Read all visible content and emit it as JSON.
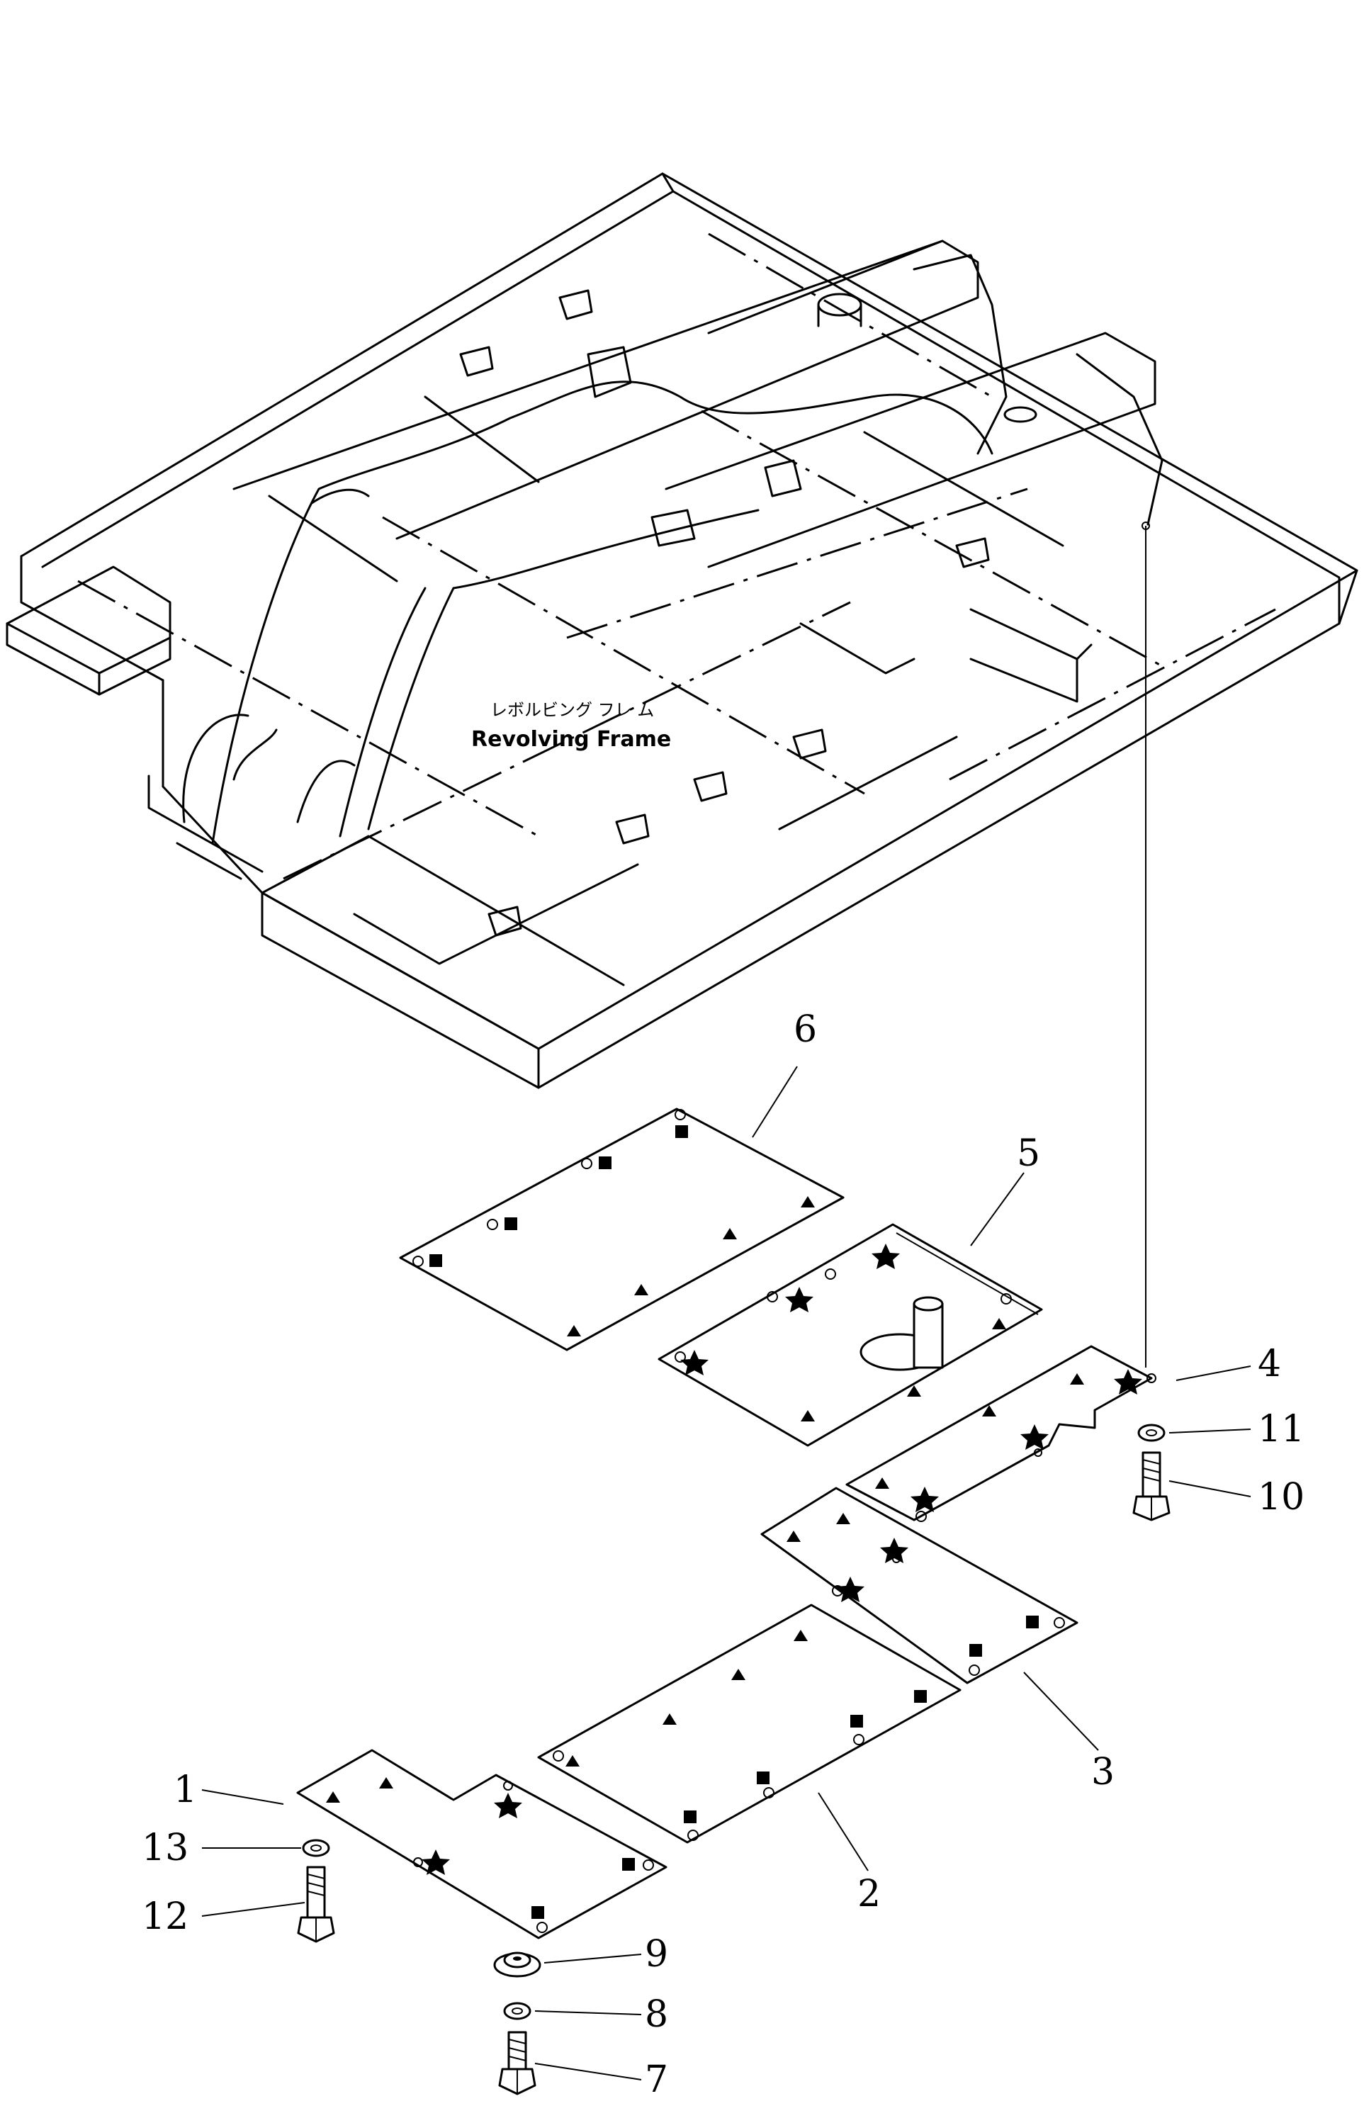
{
  "frame": {
    "label_jp": "レボルビング フレ ム",
    "label_en": "Revolving Frame"
  },
  "parts": [
    {
      "id": "1",
      "label": "1"
    },
    {
      "id": "2",
      "label": "2"
    },
    {
      "id": "3",
      "label": "3"
    },
    {
      "id": "4",
      "label": "4"
    },
    {
      "id": "5",
      "label": "5"
    },
    {
      "id": "6",
      "label": "6"
    },
    {
      "id": "7",
      "label": "7"
    },
    {
      "id": "8",
      "label": "8"
    },
    {
      "id": "9",
      "label": "9"
    },
    {
      "id": "10",
      "label": "10"
    },
    {
      "id": "11",
      "label": "11"
    },
    {
      "id": "12",
      "label": "12"
    },
    {
      "id": "13",
      "label": "13"
    }
  ]
}
